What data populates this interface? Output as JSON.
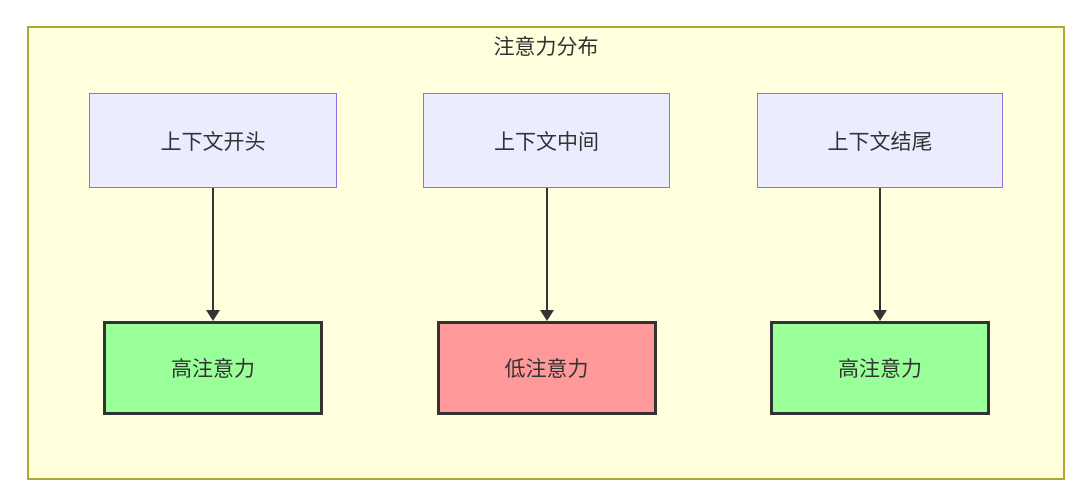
{
  "diagram": {
    "title": "注意力分布",
    "columns": [
      {
        "top": {
          "label": "上下文开头"
        },
        "bottom": {
          "label": "高注意力",
          "type": "high"
        }
      },
      {
        "top": {
          "label": "上下文中间"
        },
        "bottom": {
          "label": "低注意力",
          "type": "low"
        }
      },
      {
        "top": {
          "label": "上下文结尾"
        },
        "bottom": {
          "label": "高注意力",
          "type": "high"
        }
      }
    ],
    "colors": {
      "container_fill": "#ffffde",
      "container_border": "#aaaa33",
      "node_fill": "#ececff",
      "node_border": "#9370db",
      "high_fill": "#99ff99",
      "low_fill": "#ff9999",
      "result_border": "#333333",
      "edge": "#333333",
      "text": "#333333"
    }
  }
}
